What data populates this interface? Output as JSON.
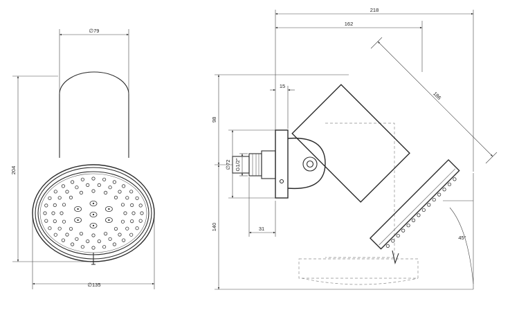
{
  "front_view": {
    "dim_top": "∅79",
    "dim_height": "204",
    "dim_bottom": "∅135"
  },
  "side_view": {
    "dim_overall_width": "218",
    "dim_inner_width": "162",
    "dim_wall_offset": "15",
    "dim_upper_height": "98",
    "dim_lower_height": "140",
    "dim_flange_dia": "∅72",
    "dim_thread": "G1/2\"",
    "dim_inlet_length": "31",
    "dim_arm_length": "186",
    "dim_angle": "45°"
  },
  "colors": {
    "line": "#2a2a2a",
    "dim_line": "#444444",
    "hidden_line": "#8a8a8a",
    "background": "#ffffff"
  }
}
